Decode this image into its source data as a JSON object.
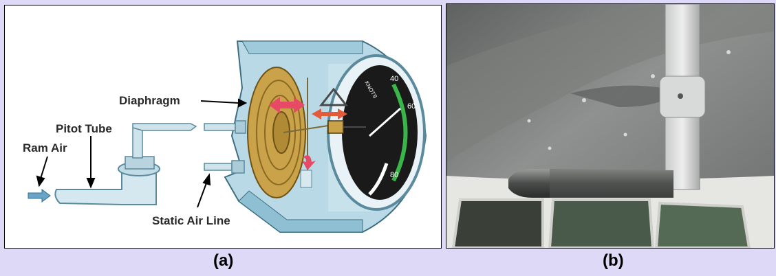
{
  "diagram": {
    "labels": {
      "diaphragm": "Diaphragm",
      "pitot_tube": "Pitot Tube",
      "ram_air": "Ram Air",
      "static_air_line": "Static Air Line"
    },
    "dial": {
      "knots": "KNOTS",
      "tick_40": "40",
      "tick_60": "60",
      "tick_80": "80"
    }
  },
  "captions": {
    "a": "(a)",
    "b": "(b)"
  }
}
